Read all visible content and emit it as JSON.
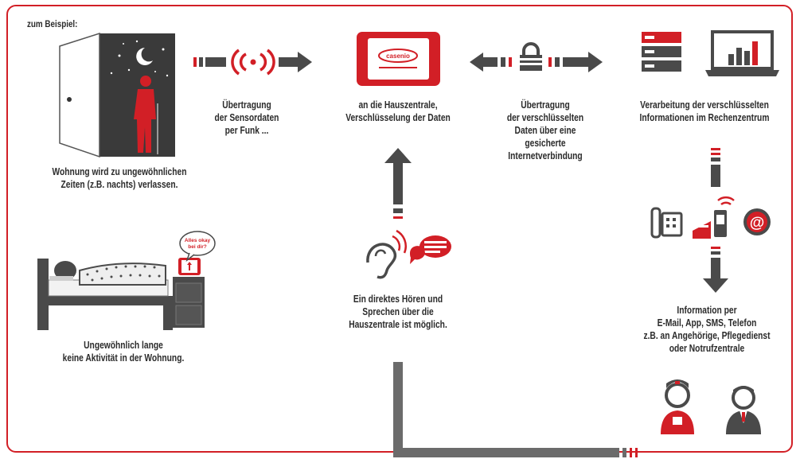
{
  "intro": "zum Beispiel:",
  "captions": {
    "door": [
      "Wohnung wird zu ungewöhnlichen",
      "Zeiten (z.B. nachts) verlassen."
    ],
    "bed": [
      "Ungewöhnlich lange",
      "keine Aktivität in der Wohnung."
    ],
    "radio": [
      "Übertragung",
      "der Sensordaten",
      "per Funk ..."
    ],
    "hub": [
      "an die Hauszentrale,",
      "Verschlüsselung der Daten"
    ],
    "encrypted": [
      "Übertragung",
      "der verschlüsselten",
      "Daten über eine",
      "gesicherte",
      "Internetverbindung"
    ],
    "datacenter": [
      "Verarbeitung der verschlüsselten",
      "Informationen im Rechenzentrum"
    ],
    "speech": [
      "Ein direktes Hören und",
      "Sprechen über die",
      "Hauszentrale ist möglich."
    ],
    "info": [
      "Information per",
      "E-Mail, App, SMS, Telefon",
      "z.B. an Angehörige, Pflegedienst",
      "oder Notrufzentrale"
    ]
  },
  "bubble_text": [
    "Alles okay",
    "bei dir?"
  ],
  "device_logo": "casenio",
  "email_symbol": "@",
  "colors": {
    "red": "#d21f26",
    "dark": "#4a4a4a",
    "gray": "#6b6b6b",
    "frame": "#d21f26"
  }
}
